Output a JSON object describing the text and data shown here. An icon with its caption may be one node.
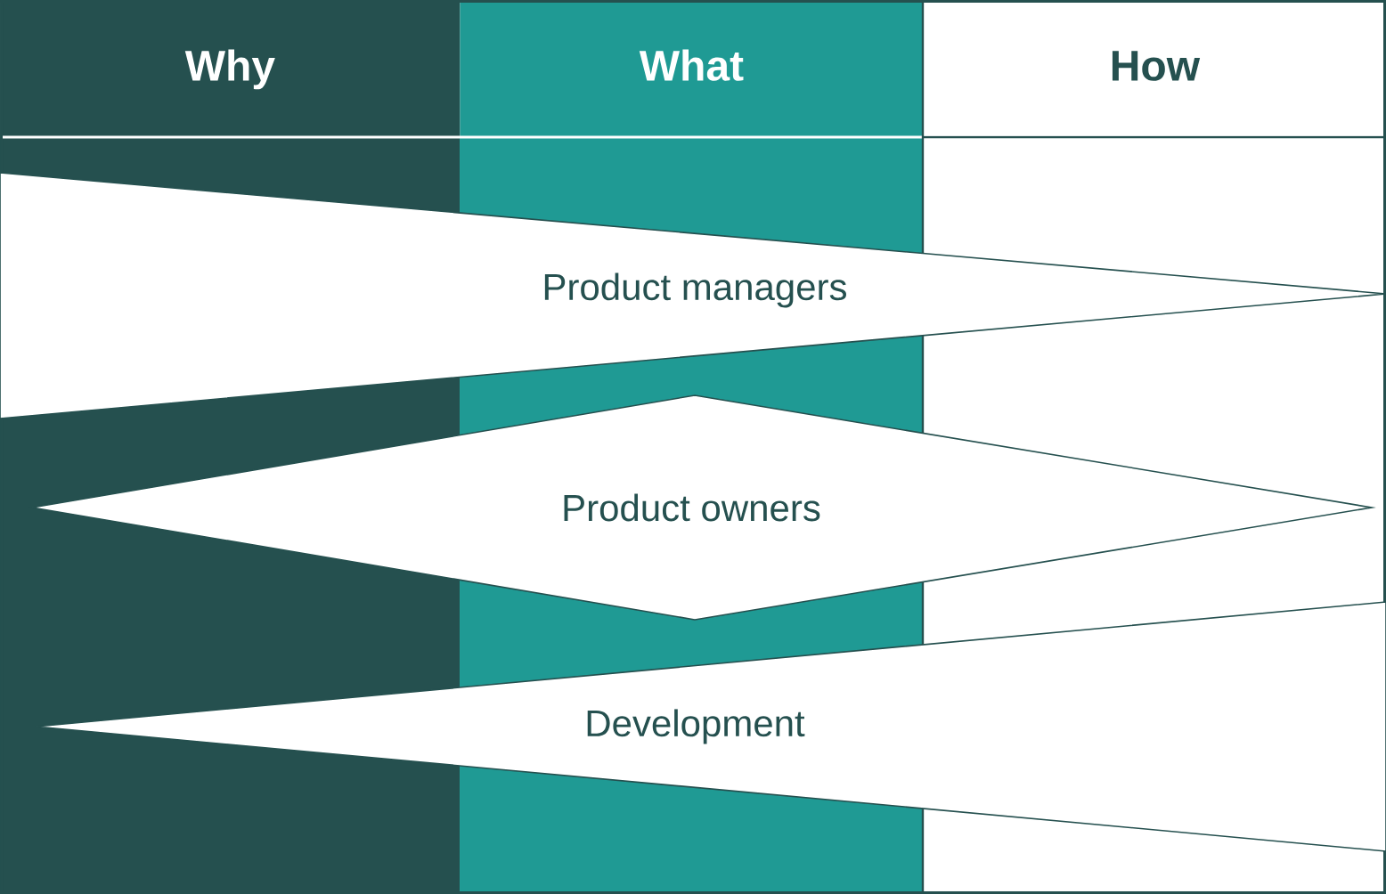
{
  "diagram": {
    "nodes": [
      {
        "text": [
          "Why"
        ]
      },
      {
        "text": [
          "What"
        ]
      },
      {
        "text": [
          "How"
        ]
      },
      {
        "text": [
          "Product managers"
        ]
      },
      {
        "text": [
          "Product owners"
        ]
      },
      {
        "text": [
          "Development"
        ]
      }
    ]
  }
}
